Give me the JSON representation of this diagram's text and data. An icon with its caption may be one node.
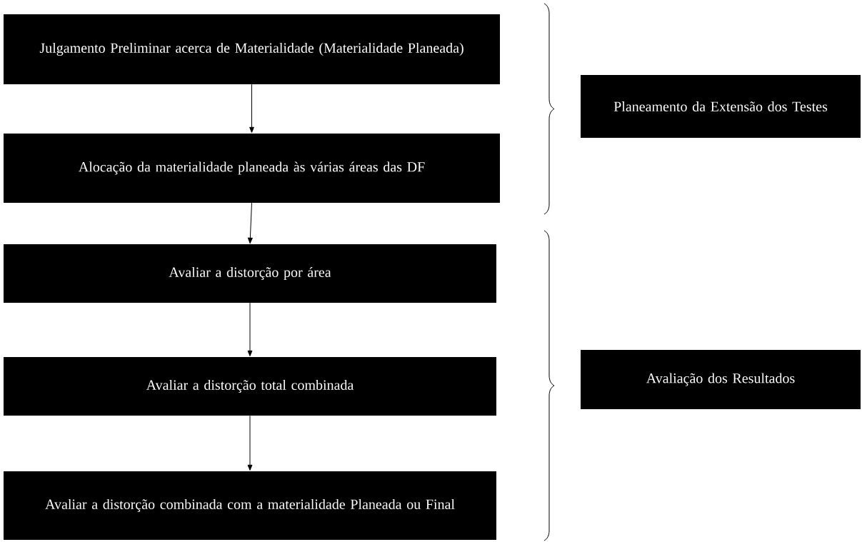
{
  "diagram": {
    "nodes": [
      {
        "text": [
          "Julgamento Preliminar acerca de Materialidade (Materialidade Planeada)"
        ]
      },
      {
        "text": [
          "Alocação da materialidade planeada às várias áreas das DF"
        ]
      },
      {
        "text": [
          "Avaliar a distorção por área"
        ]
      },
      {
        "text": [
          "Avaliar a distorção total combinada"
        ]
      },
      {
        "text": [
          "Avaliar a distorção combinada com a materialidade Planeada ou Final"
        ]
      },
      {
        "text": [
          "Planeamento da Extensão dos Testes"
        ]
      },
      {
        "text": [
          "Avaliação dos Resultados"
        ]
      }
    ],
    "edges": [
      {
        "from": 0,
        "to": 1,
        "arrow": "to"
      },
      {
        "from": 1,
        "to": 2,
        "arrow": "to"
      },
      {
        "from": 2,
        "to": 3,
        "arrow": "to"
      },
      {
        "from": 3,
        "to": 4,
        "arrow": "to"
      }
    ]
  }
}
